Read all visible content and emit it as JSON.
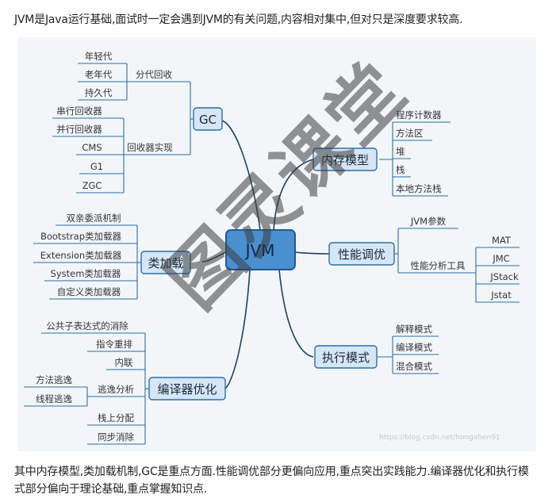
{
  "intro": "JVM是Java运行基础,面试时一定会遇到JVM的有关问题,内容相对集中,但对只是深度要求较高.",
  "outro": "其中内存模型,类加载机制,GC是重点方面.性能调优部分更偏向应用,重点突出实践能力.编译器优化和执行模式部分偏向于理论基础,重点掌握知识点.",
  "mindmap": {
    "root": "JVM",
    "gc": {
      "label": "GC",
      "generational": {
        "label": "分代回收",
        "items": [
          "年轻代",
          "老年代",
          "持久代"
        ]
      },
      "collectors": {
        "label": "回收器实现",
        "items": [
          "串行回收器",
          "并行回收器",
          "CMS",
          "G1",
          "ZGC"
        ]
      }
    },
    "classloading": {
      "label": "类加载",
      "items": [
        "双亲委派机制",
        "Bootstrap类加载器",
        "Extension类加载器",
        "System类加载器",
        "自定义类加载器"
      ]
    },
    "compiler": {
      "label": "编译器优化",
      "items": [
        "公共子表达式的消除",
        "指令重排",
        "内联",
        "逃逸分析",
        "栈上分配",
        "同步消除"
      ],
      "escape_items": [
        "方法逃逸",
        "线程逃逸"
      ]
    },
    "memory": {
      "label": "内存模型",
      "items": [
        "程序计数器",
        "方法区",
        "堆",
        "栈",
        "本地方法栈"
      ]
    },
    "tuning": {
      "label": "性能调优",
      "params": "JVM参数",
      "tools_label": "性能分析工具",
      "tools": [
        "MAT",
        "JMC",
        "JStack",
        "Jstat"
      ]
    },
    "execution": {
      "label": "执行模式",
      "items": [
        "解释模式",
        "编译模式",
        "混合模式"
      ]
    }
  },
  "watermark": "图灵课堂",
  "url_watermark": "https://blog.csdn.net/hongxhen91"
}
